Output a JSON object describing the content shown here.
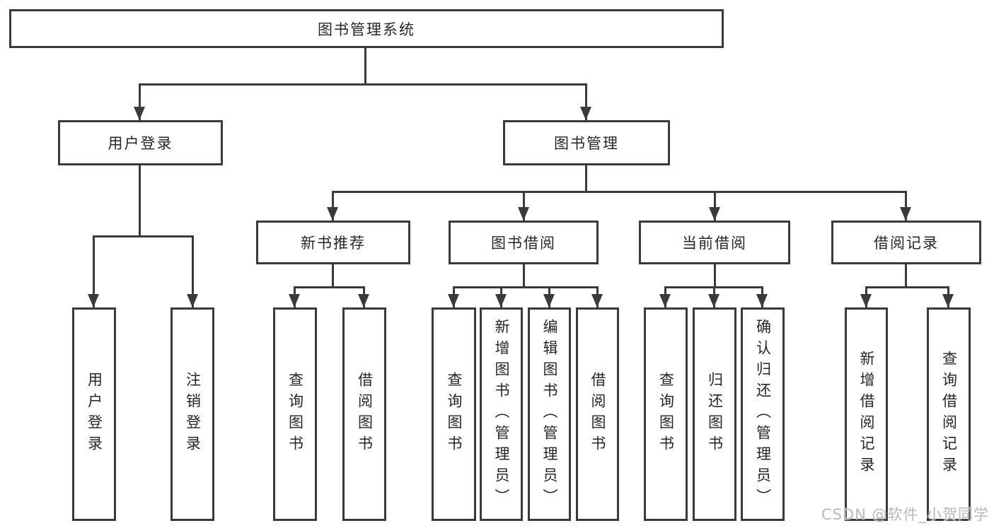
{
  "colors": {
    "line": "#3a3a3a",
    "text": "#262626",
    "box_background": "#ffffff",
    "watermark": "#b3b9c1"
  },
  "root": {
    "label": "图书管理系统"
  },
  "level2": [
    {
      "label": "用户登录"
    },
    {
      "label": "图书管理"
    }
  ],
  "level3": [
    {
      "label": "新书推荐"
    },
    {
      "label": "图书借阅"
    },
    {
      "label": "当前借阅"
    },
    {
      "label": "借阅记录"
    }
  ],
  "leaves": [
    {
      "label": "用户登录"
    },
    {
      "label": "注销登录"
    },
    {
      "label": "查询图书"
    },
    {
      "label": "借阅图书"
    },
    {
      "label": "查询图书"
    },
    {
      "label": "新增图书（管理员）"
    },
    {
      "label": "编辑图书（管理员）"
    },
    {
      "label": "借阅图书"
    },
    {
      "label": "查询图书"
    },
    {
      "label": "归还图书"
    },
    {
      "label": "确认归还（管理员）"
    },
    {
      "label": "新增借阅记录"
    },
    {
      "label": "查询借阅记录"
    }
  ],
  "watermark": {
    "text": "CSDN @软件_小贺同学"
  }
}
